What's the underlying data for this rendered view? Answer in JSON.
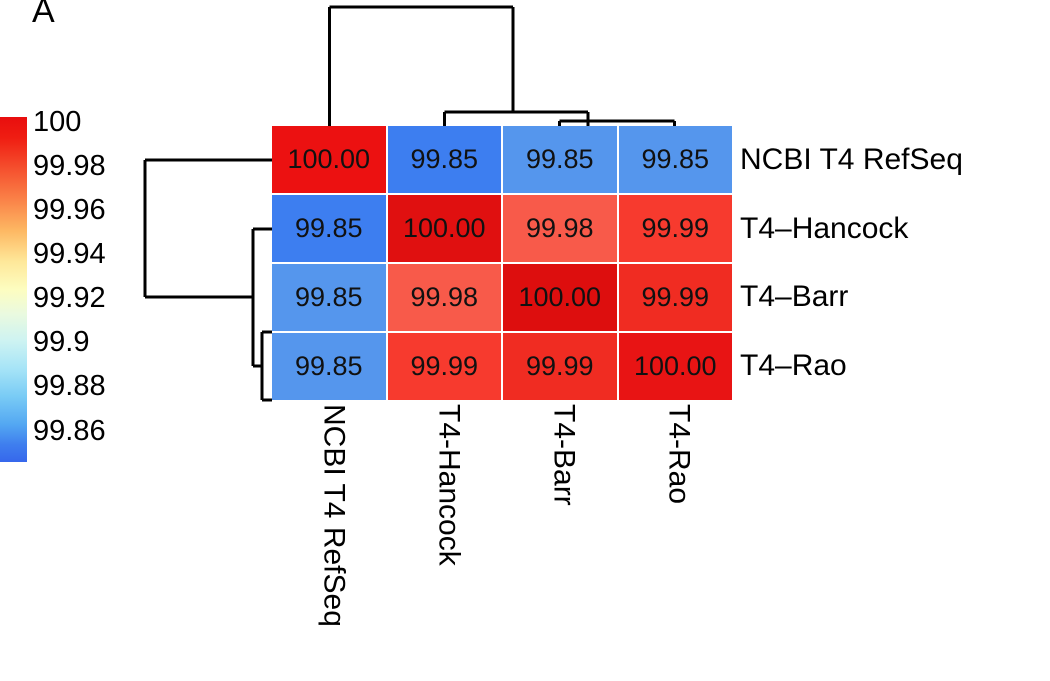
{
  "panel": {
    "label": "A"
  },
  "colorbar": {
    "name": "similarity-colorbar",
    "ticks": [
      "100",
      "99.98",
      "99.96",
      "99.94",
      "99.92",
      "99.9",
      "99.88",
      "99.86"
    ],
    "tick_y": [
      108,
      152,
      196,
      240,
      284,
      328,
      372,
      417
    ],
    "min": 99.85,
    "max": 100,
    "high_color": "#e80e0e",
    "low_color": "#3667ec"
  },
  "chart_data": {
    "type": "heatmap",
    "title": "A",
    "xlabel": "",
    "ylabel": "",
    "categories": [
      "NCBI T4 RefSeq",
      "T4-Hancock",
      "T4-Barr",
      "T4-Rao"
    ],
    "row_labels": [
      "NCBI T4 RefSeq",
      "T4–Hancock",
      "T4–Barr",
      "T4–Rao"
    ],
    "col_labels": [
      "NCBI T4 RefSeq",
      "T4-Hancock",
      "T4-Barr",
      "T4-Rao"
    ],
    "values": [
      [
        100.0,
        99.85,
        99.85,
        99.85
      ],
      [
        99.85,
        100.0,
        99.98,
        99.99
      ],
      [
        99.85,
        99.98,
        100.0,
        99.99
      ],
      [
        99.85,
        99.99,
        99.99,
        100.0
      ]
    ],
    "cell_text": [
      [
        "100.00",
        "99.85",
        "99.85",
        "99.85"
      ],
      [
        "99.85",
        "100.00",
        "99.98",
        "99.99"
      ],
      [
        "99.85",
        "99.98",
        "100.00",
        "99.99"
      ],
      [
        "99.85",
        "99.99",
        "99.99",
        "100.00"
      ]
    ],
    "cell_colors": [
      [
        "#ec1111",
        "#3d7ef0",
        "#5596ed",
        "#5596ed"
      ],
      [
        "#3d7ef0",
        "#e01010",
        "#f85a4a",
        "#f73a2e"
      ],
      [
        "#5596ed",
        "#f85a4a",
        "#dd0e0e",
        "#f02c22"
      ],
      [
        "#5596ed",
        "#f73a2e",
        "#f02c22",
        "#e81414"
      ]
    ],
    "colorbar_ticks": [
      "100",
      "99.98",
      "99.96",
      "99.94",
      "99.92",
      "99.9",
      "99.88",
      "99.86"
    ],
    "zlim": [
      99.85,
      100
    ],
    "grid": false,
    "legend": "colorbar-left",
    "cluster_top": "((T4-Hancock,(T4-Barr,T4-Rao)),NCBI T4 RefSeq)",
    "cluster_left": "(NCBI T4 RefSeq,(T4-Hancock,(T4-Barr,T4-Rao)))"
  }
}
